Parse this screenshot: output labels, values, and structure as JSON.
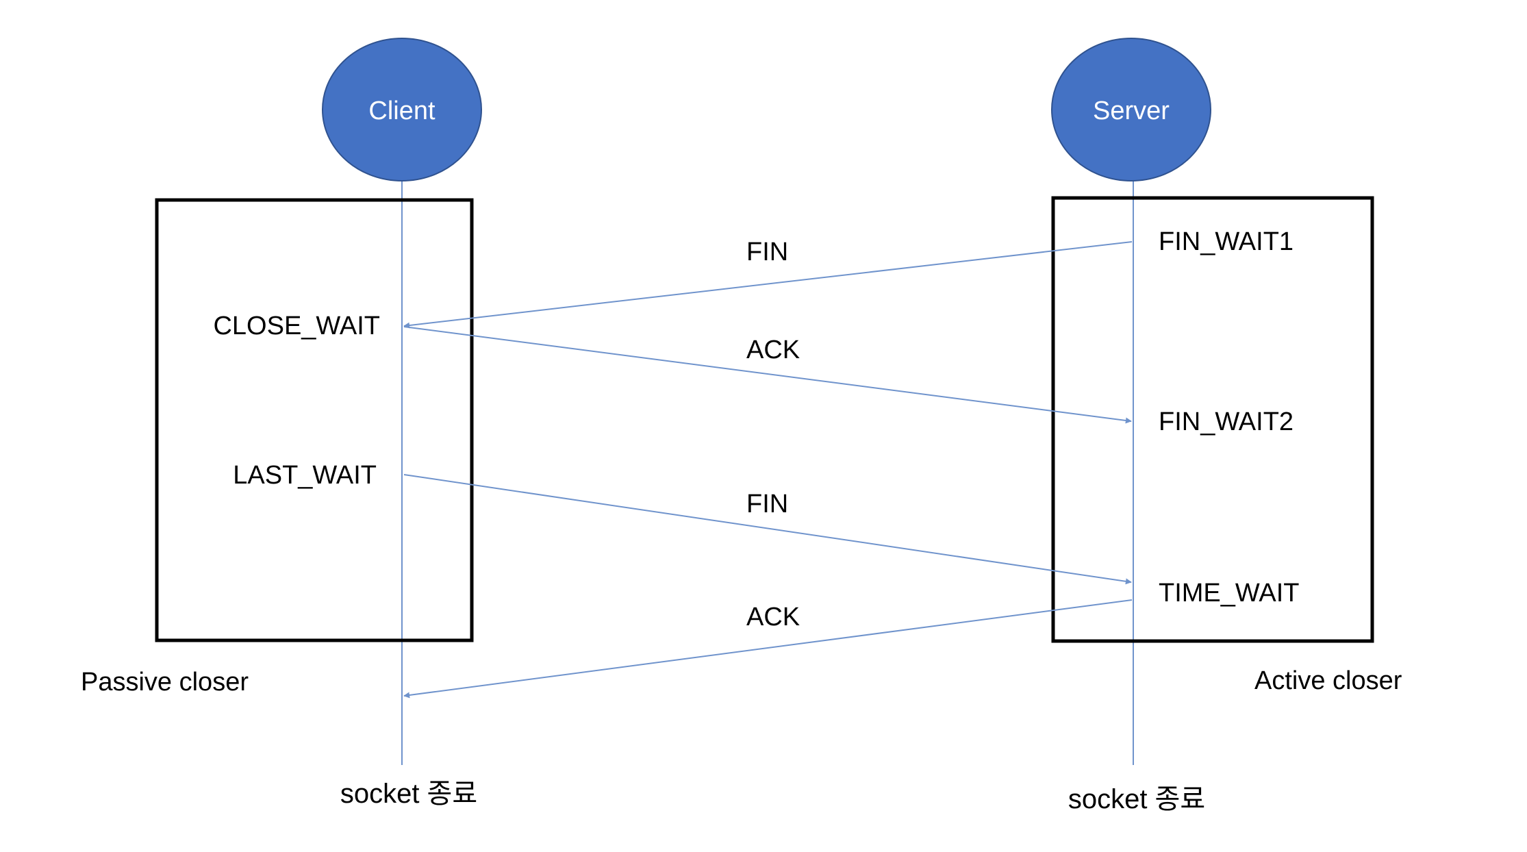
{
  "colors": {
    "node_fill": "#4472C4",
    "node_stroke": "#2F528F",
    "line": "#6F93CC",
    "box": "#000000",
    "text": "#000000",
    "node_text": "#FFFFFF"
  },
  "nodes": {
    "client": "Client",
    "server": "Server"
  },
  "client_states": {
    "close_wait": "CLOSE_WAIT",
    "last_wait": "LAST_WAIT"
  },
  "server_states": {
    "fin_wait1": "FIN_WAIT1",
    "fin_wait2": "FIN_WAIT2",
    "time_wait": "TIME_WAIT"
  },
  "messages": {
    "fin_1": "FIN",
    "ack_1": "ACK",
    "fin_2": "FIN",
    "ack_2": "ACK"
  },
  "closers": {
    "passive": "Passive closer",
    "active": "Active closer"
  },
  "endings": {
    "client": "socket 종료",
    "server": "socket 종료"
  }
}
